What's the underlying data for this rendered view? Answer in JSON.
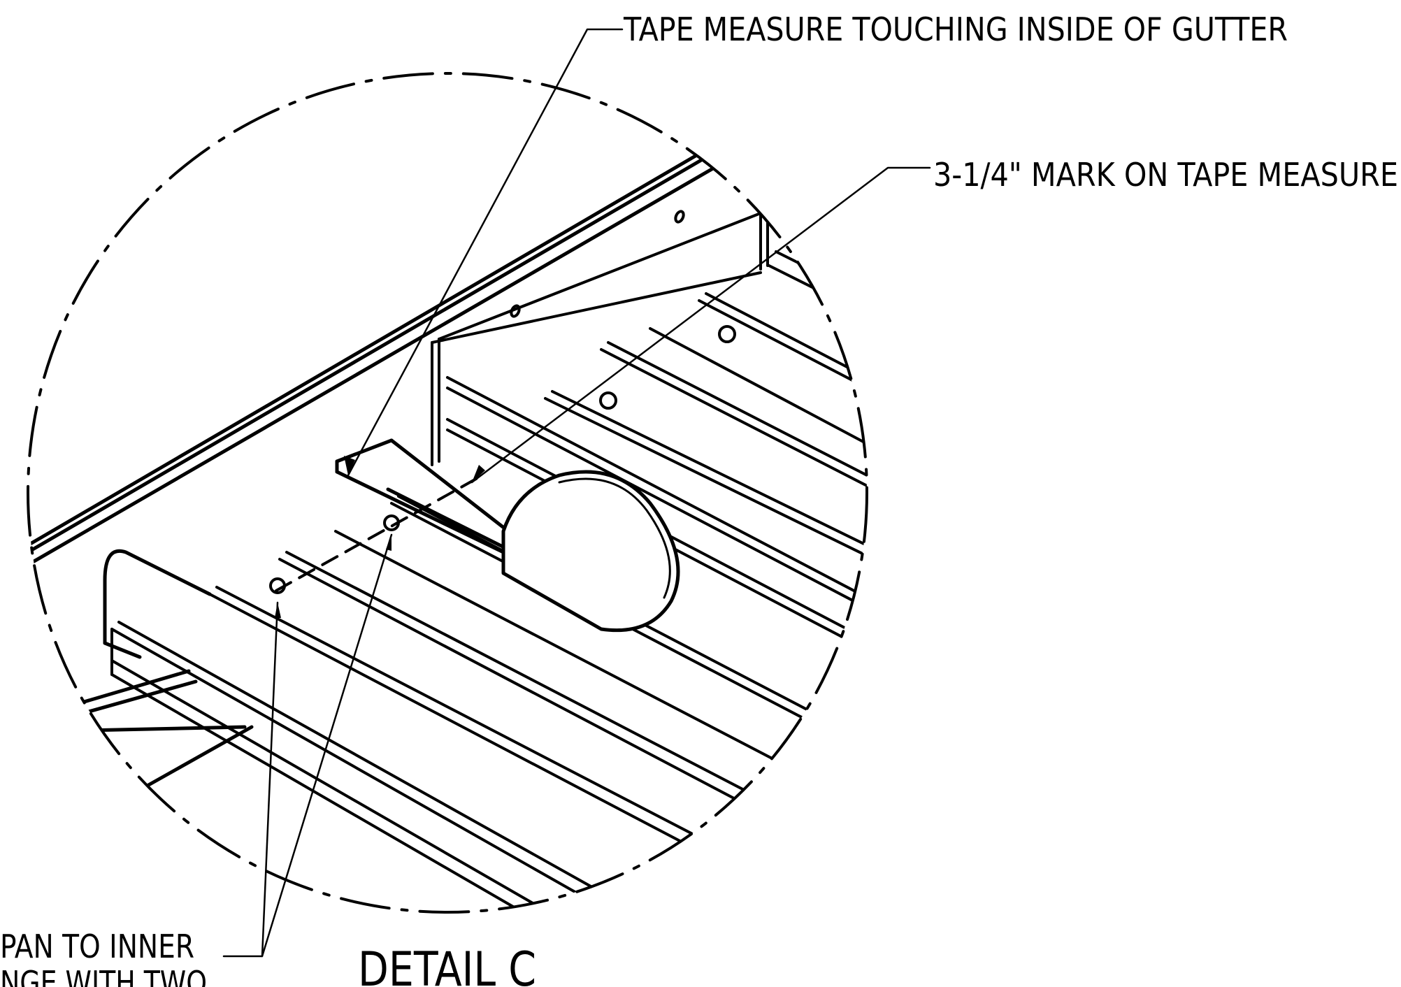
{
  "detail_title": "DETAIL C",
  "callouts": {
    "tape_touching": "TAPE MEASURE TOUCHING INSIDE OF GUTTER",
    "mark_3_1_4": "3-1/4\" MARK ON TAPE MEASURE",
    "fasten_line1": "PAN TO INNER",
    "fasten_line2": "NGE WITH TWO"
  },
  "colors": {
    "ink": "#000000",
    "paper": "#ffffff"
  }
}
